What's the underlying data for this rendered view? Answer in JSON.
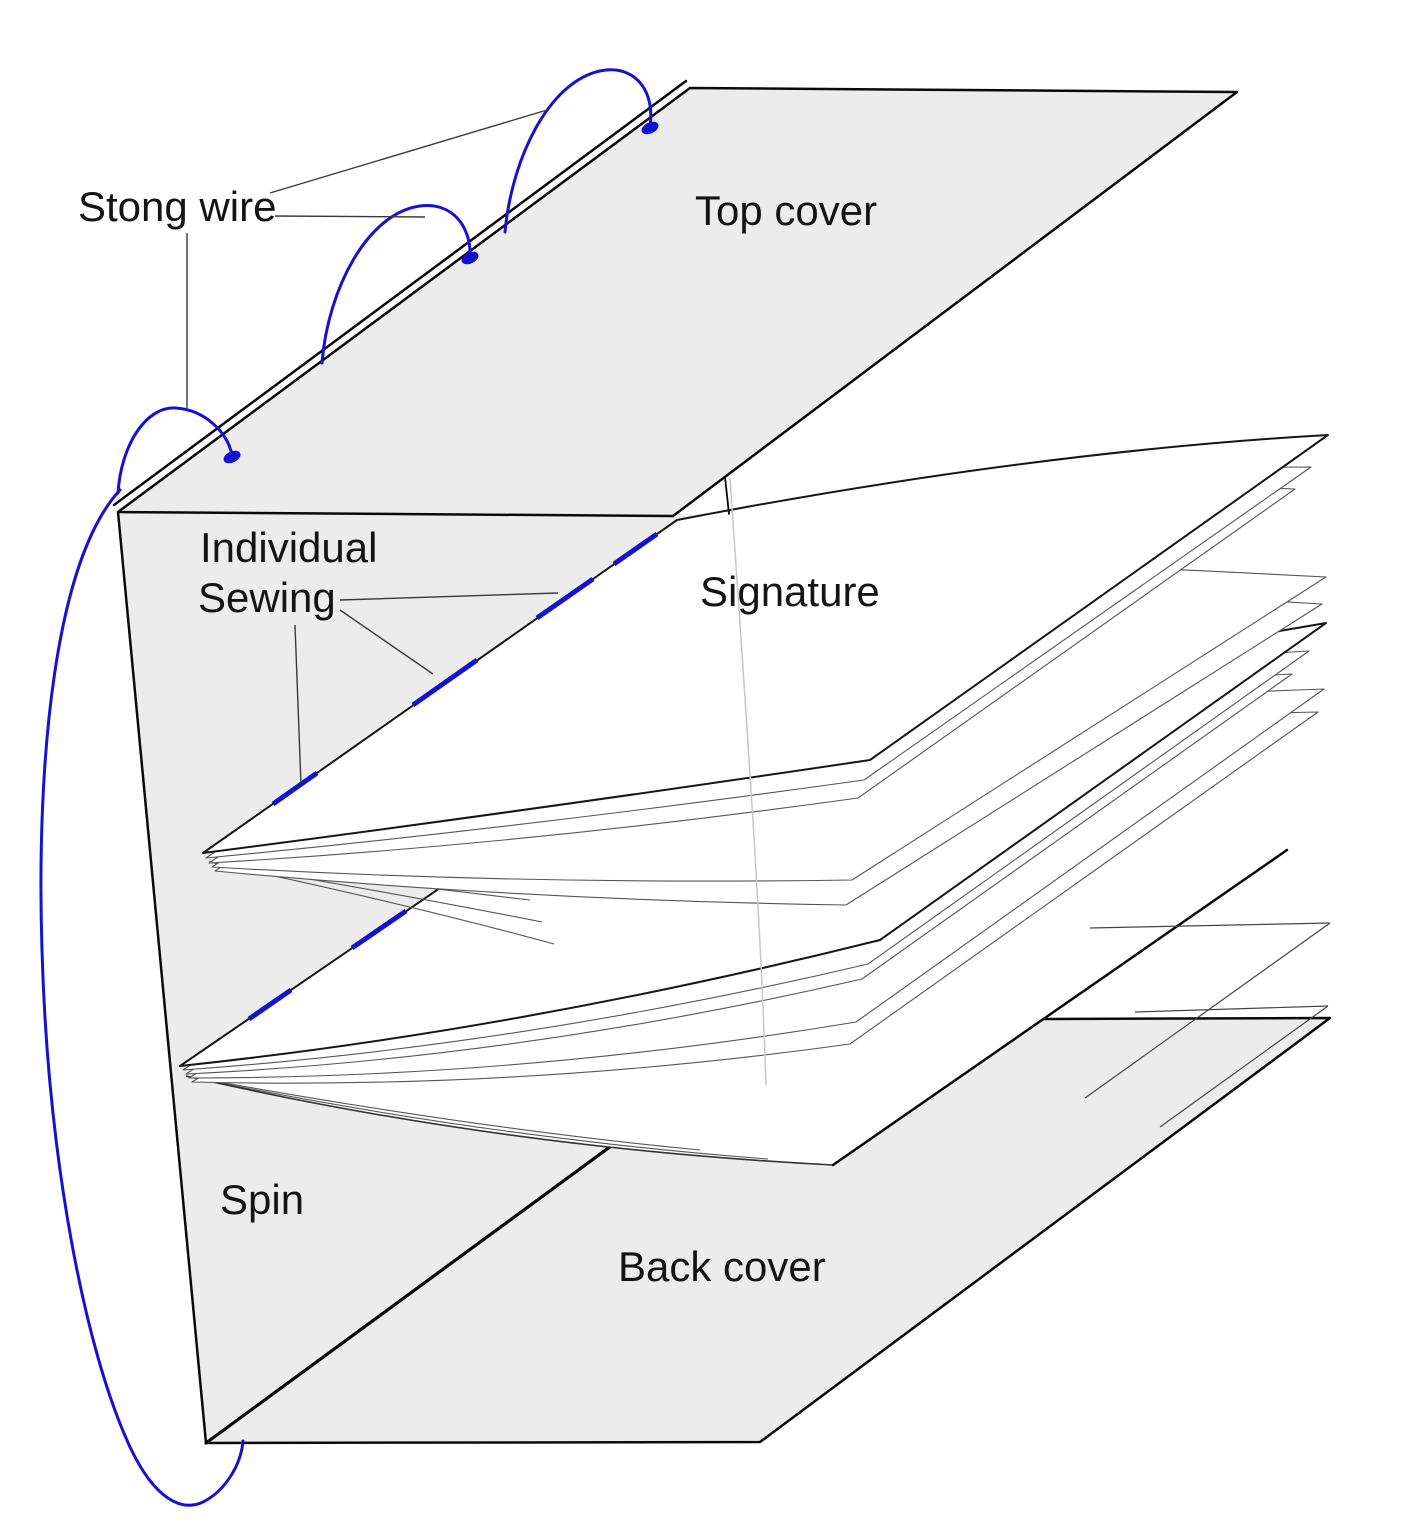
{
  "diagram": {
    "type": "book-binding-exploded-view",
    "labels": {
      "strong_wire": "Stong wire",
      "top_cover": "Top cover",
      "individual_sewing_line1": "Individual",
      "individual_sewing_line2": "Sewing",
      "signature": "Signature",
      "spine": "Spin",
      "back_cover": "Back cover"
    },
    "colors": {
      "wire": "#1212d0",
      "cover": "#ececec",
      "outline": "#0a0a0a",
      "pointer": "#3a3a3a",
      "sheetline": "#555555",
      "faint": "#c8c8c8",
      "bg": "#ffffff"
    },
    "parts": {
      "wire_loop_count": 3,
      "stitch_count_per_signature": 4,
      "signature_count": 2
    }
  }
}
